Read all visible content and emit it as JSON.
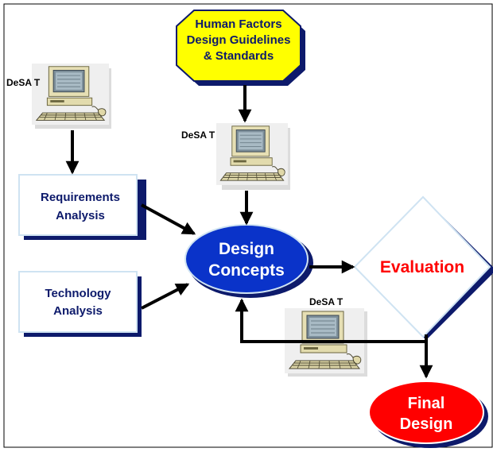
{
  "diagram": {
    "nodes": {
      "guidelines": {
        "lines": [
          "Human Factors",
          "Design Guidelines",
          "& Standards"
        ]
      },
      "requirements": {
        "lines": [
          "Requirements",
          "Analysis"
        ]
      },
      "technology": {
        "lines": [
          "Technology",
          "Analysis"
        ]
      },
      "design_concepts": {
        "lines": [
          "Design",
          "Concepts"
        ]
      },
      "evaluation": {
        "lines": [
          "Evaluation"
        ]
      },
      "final_design": {
        "lines": [
          "Final",
          "Design"
        ]
      }
    },
    "desat_label": "DeSA T",
    "colors": {
      "guidelines_fill": "#ffff00",
      "shadow": "#0d1a6b",
      "box_border": "#cfe3f2",
      "box_text": "#0d1a6b",
      "ellipse_fill": "#0a33c9",
      "ellipse_text": "#ffffff",
      "evaluation_border": "#cfe3f2",
      "evaluation_text": "#ff0000",
      "final_fill": "#ff0000",
      "final_text": "#ffffff",
      "arrow": "#000000"
    }
  }
}
